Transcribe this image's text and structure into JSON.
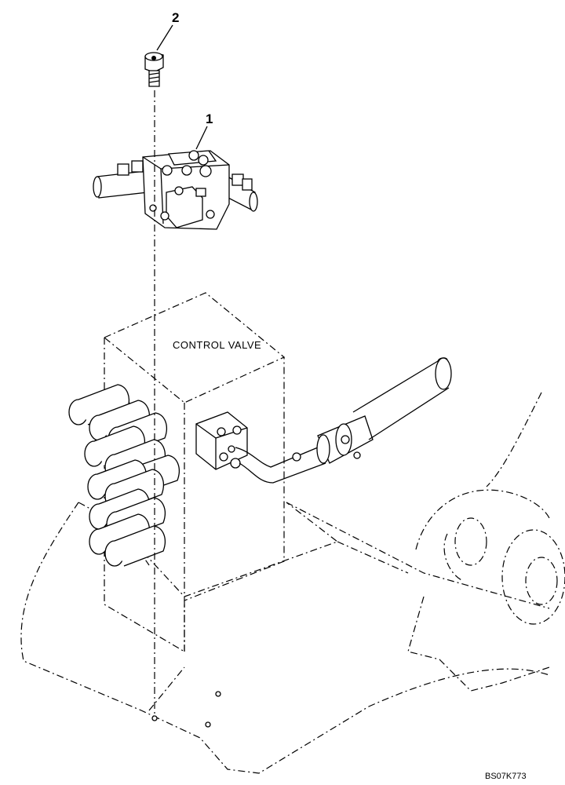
{
  "callouts": {
    "part_1": "1",
    "part_2": "2"
  },
  "labels": {
    "control_valve": "CONTROL VALVE"
  },
  "drawing_ref": "BS07K773"
}
